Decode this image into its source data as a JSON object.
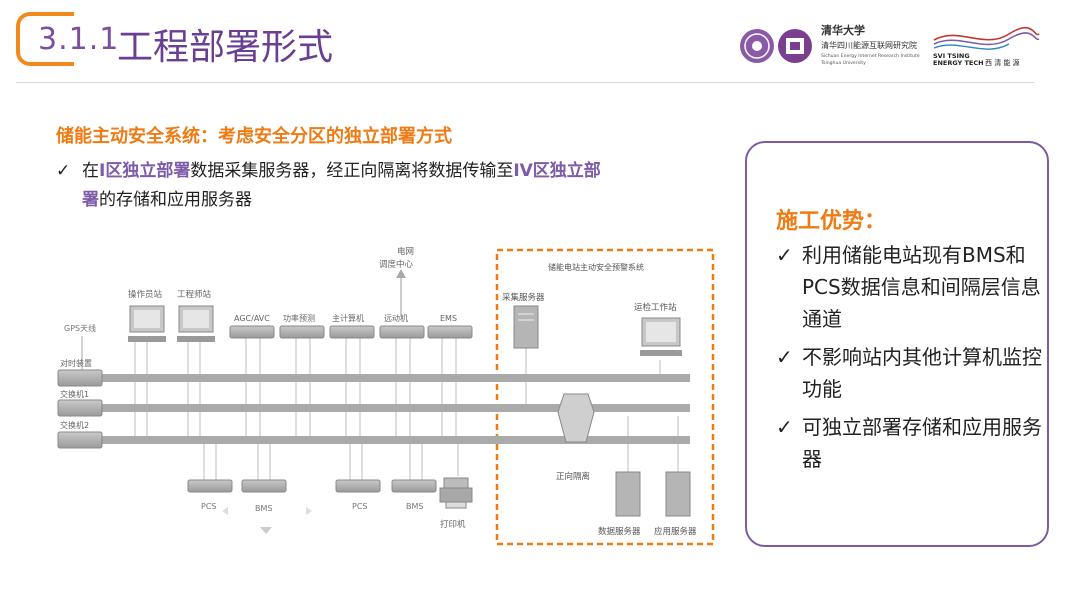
{
  "slide": {
    "number": "3.1.1",
    "title": "工程部署形式"
  },
  "logos": {
    "tsinghua_name": "清华大学",
    "institute_cn": "清华四川能源互联网研究院",
    "institute_en1": "Sichuan Energy Internet Research Institute",
    "institute_en2": "Tsinghua University",
    "svi_line1": "SVI TSING",
    "svi_line2": "ENERGY TECH",
    "svi_cn": "西 清 能 源"
  },
  "headline": "储能主动安全系统：考虑安全分区的独立部署方式",
  "bullet": {
    "check": "✓",
    "parts": [
      "在",
      "I区独立部署",
      "数据采集服务器，经正向隔离将数据传输至",
      "IV区独立部",
      "署",
      "的存储和应用服务器"
    ]
  },
  "diagram": {
    "dispatch": [
      "电网",
      "调度中心"
    ],
    "region_title": "储能电站主动安全预警系统",
    "left_labels": [
      "GPS天线",
      "对时装置",
      "交换机1",
      "交换机2"
    ],
    "top_devices": [
      "操作员站",
      "工程师站",
      "AGC/AVC",
      "功率预测",
      "主计算机",
      "远动机",
      "EMS"
    ],
    "collector": "采集服务器",
    "ops_station": "运检工作站",
    "isolation": "正向隔离",
    "bottom_devices": [
      "PCS",
      "BMS",
      "PCS",
      "BMS"
    ],
    "printer": "打印机",
    "data_server": "数据服务器",
    "app_server": "应用服务器"
  },
  "advantages": {
    "title": "施工优势：",
    "check": "✓",
    "items": [
      "利用储能电站现有BMS和PCS数据信息和间隔层信息通道",
      "不影响站内其他计算机监控功能",
      "可独立部署存储和应用服务器"
    ]
  },
  "colors": {
    "accent_orange": "#ee7b14",
    "accent_purple": "#6a3f93",
    "bus_grey": "#a9a9a9"
  }
}
